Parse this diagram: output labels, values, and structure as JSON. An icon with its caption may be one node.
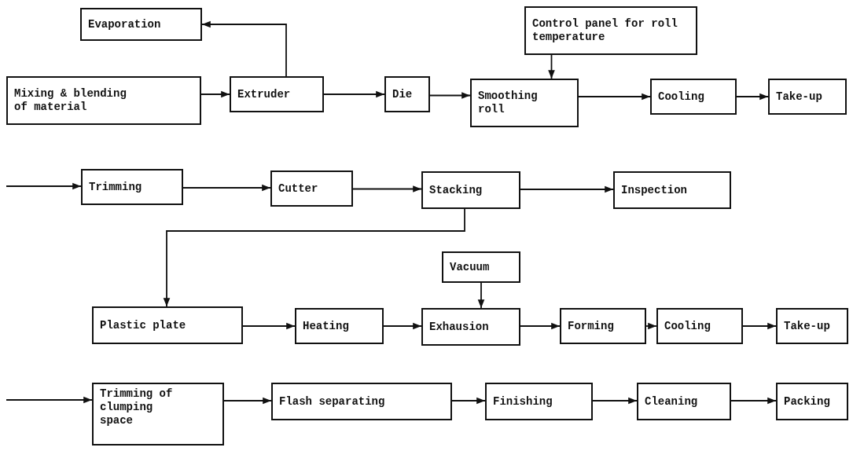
{
  "diagram": {
    "nodes": [
      {
        "text": [
          "Evaporation"
        ]
      },
      {
        "text": [
          "Mixing & blending of material"
        ]
      },
      {
        "text": [
          "Extruder"
        ]
      },
      {
        "text": [
          "Die"
        ]
      },
      {
        "text": [
          "Smoothing roll"
        ]
      },
      {
        "text": [
          "Control panel for roll temperature"
        ]
      },
      {
        "text": [
          "Cooling"
        ]
      },
      {
        "text": [
          "Take-up"
        ]
      },
      {
        "text": [
          "Trimming"
        ]
      },
      {
        "text": [
          "Cutter"
        ]
      },
      {
        "text": [
          "Stacking"
        ]
      },
      {
        "text": [
          "Inspection"
        ]
      },
      {
        "text": [
          "Plastic plate"
        ]
      },
      {
        "text": [
          "Heating"
        ]
      },
      {
        "text": [
          "Vacuum"
        ]
      },
      {
        "text": [
          "Exhausion"
        ]
      },
      {
        "text": [
          "Forming"
        ]
      },
      {
        "text": [
          "Cooling"
        ]
      },
      {
        "text": [
          "Take-up"
        ]
      },
      {
        "text": [
          "Trimming of clumping space"
        ]
      },
      {
        "text": [
          "Flash separating"
        ]
      },
      {
        "text": [
          "Finishing"
        ]
      },
      {
        "text": [
          "Cleaning"
        ]
      },
      {
        "text": [
          "Packing"
        ]
      }
    ],
    "edges": [
      {
        "from": 1,
        "to": 2,
        "arrow": "to"
      },
      {
        "from": 2,
        "to": 0,
        "arrow": "to"
      },
      {
        "from": 2,
        "to": 3,
        "arrow": "to"
      },
      {
        "from": 3,
        "to": 4,
        "arrow": "to"
      },
      {
        "from": 5,
        "to": 4,
        "arrow": "to"
      },
      {
        "from": 4,
        "to": 6,
        "arrow": "to"
      },
      {
        "from": 6,
        "to": 7,
        "arrow": "to"
      },
      {
        "from": null,
        "to": 8,
        "arrow": "to"
      },
      {
        "from": 8,
        "to": 9,
        "arrow": "to"
      },
      {
        "from": 9,
        "to": 10,
        "arrow": "to"
      },
      {
        "from": 10,
        "to": 11,
        "arrow": "to"
      },
      {
        "from": 10,
        "to": 12,
        "arrow": "to"
      },
      {
        "from": 12,
        "to": 13,
        "arrow": "to"
      },
      {
        "from": 13,
        "to": 15,
        "arrow": "to"
      },
      {
        "from": 14,
        "to": 15,
        "arrow": "to"
      },
      {
        "from": 15,
        "to": 16,
        "arrow": "to"
      },
      {
        "from": 16,
        "to": 17,
        "arrow": "to"
      },
      {
        "from": 17,
        "to": 18,
        "arrow": "to"
      },
      {
        "from": null,
        "to": 19,
        "arrow": "to"
      },
      {
        "from": 19,
        "to": 20,
        "arrow": "to"
      },
      {
        "from": 20,
        "to": 21,
        "arrow": "to"
      },
      {
        "from": 21,
        "to": 22,
        "arrow": "to"
      },
      {
        "from": 22,
        "to": 23,
        "arrow": "to"
      }
    ]
  }
}
